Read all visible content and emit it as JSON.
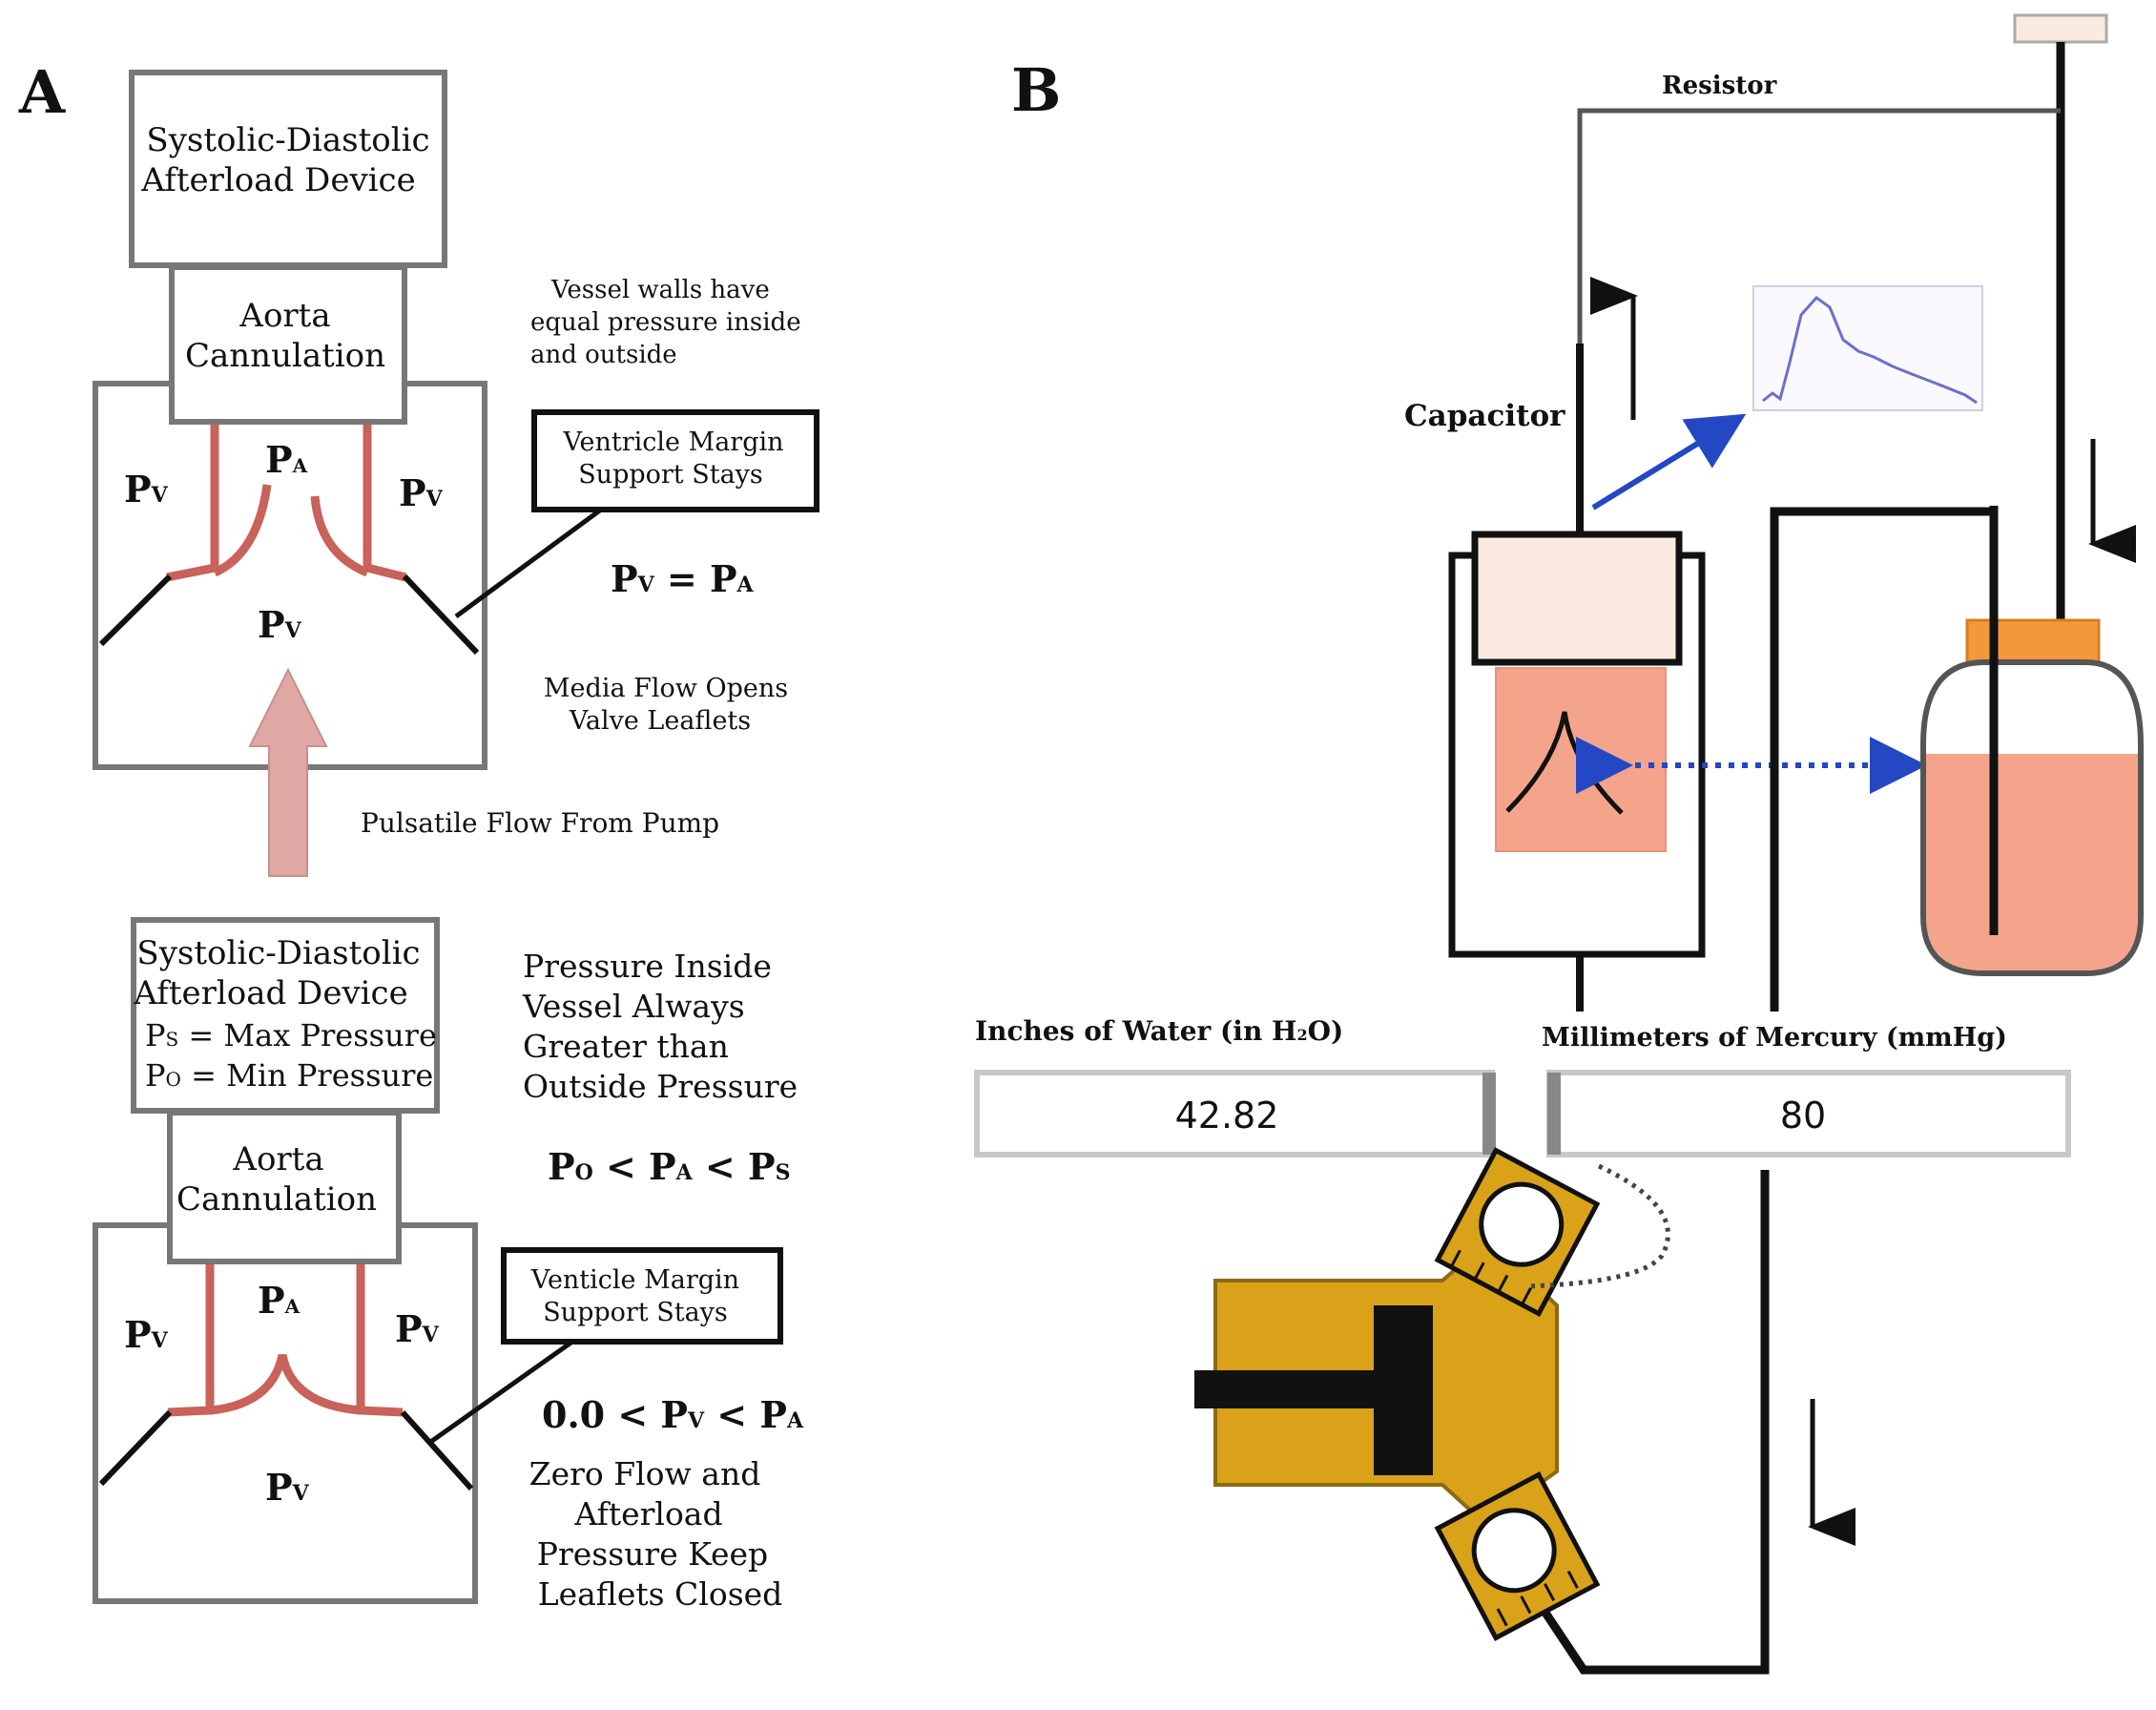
{
  "panel_a": {
    "label": "A",
    "top": {
      "device_line1": "Systolic-Diastolic",
      "device_line2": "Afterload Device",
      "aorta_line1": "Aorta",
      "aorta_line2": "Cannulation",
      "pv": "P",
      "pv_sub": "V",
      "pa": "P",
      "pa_sub": "A",
      "note_line1": "Vessel walls have",
      "note_line2": "equal pressure inside",
      "note_line3": "and outside",
      "stays_line1": "Ventricle Margin",
      "stays_line2": "Support Stays",
      "equation_pv": "P",
      "equation_pv_sub": "V",
      "equation_eq": " = ",
      "equation_pa": "P",
      "equation_pa_sub": "A",
      "flow_line1": "Media Flow Opens",
      "flow_line2": "Valve Leaflets"
    },
    "pump_flow_label": "Pulsatile Flow From Pump",
    "bottom": {
      "device_line1": "Systolic-Diastolic",
      "device_line2": "Afterload Device",
      "ps_text": "P",
      "ps_sub": "S",
      "ps_rest": " = Max Pressure",
      "po_text": "P",
      "po_sub": "O",
      "po_rest": " = Min Pressure",
      "aorta_line1": "Aorta",
      "aorta_line2": "Cannulation",
      "note_line1": "Pressure Inside",
      "note_line2": "Vessel Always",
      "note_line3": "Greater than",
      "note_line4": "Outside Pressure",
      "ineq1_a": "P",
      "ineq1_a_sub": "O",
      "ineq1_b": " < P",
      "ineq1_b_sub": "A",
      "ineq1_c": " < P",
      "ineq1_c_sub": "S",
      "stays_line1": "Venticle Margin",
      "stays_line2": "Support Stays",
      "ineq2_a": "0.0 < P",
      "ineq2_a_sub": "V",
      "ineq2_b": " < P",
      "ineq2_b_sub": "A",
      "close_line1": "Zero Flow and",
      "close_line2": "Afterload",
      "close_line3": "Pressure Keep",
      "close_line4": "Leaflets Closed"
    }
  },
  "panel_b": {
    "label": "B",
    "resistor_label": "Resistor",
    "capacitor_label": "Capacitor",
    "gauge_water_label": "Inches of Water (in H",
    "gauge_water_sub": "2",
    "gauge_water_close": "O)",
    "gauge_water_value": "42.82",
    "gauge_mercury_label": "Millimeters of Mercury (mmHg)",
    "gauge_mercury_value": "80"
  },
  "colors": {
    "vessel_red": "#c8625a",
    "arrow_pink": "#e0a8a4",
    "fluid_salmon": "#f5a48c",
    "cap_cream": "#fbeae0",
    "pump_gold": "#d9a219",
    "lid_orange": "#f2993a",
    "arrow_blue": "#2447c4"
  }
}
